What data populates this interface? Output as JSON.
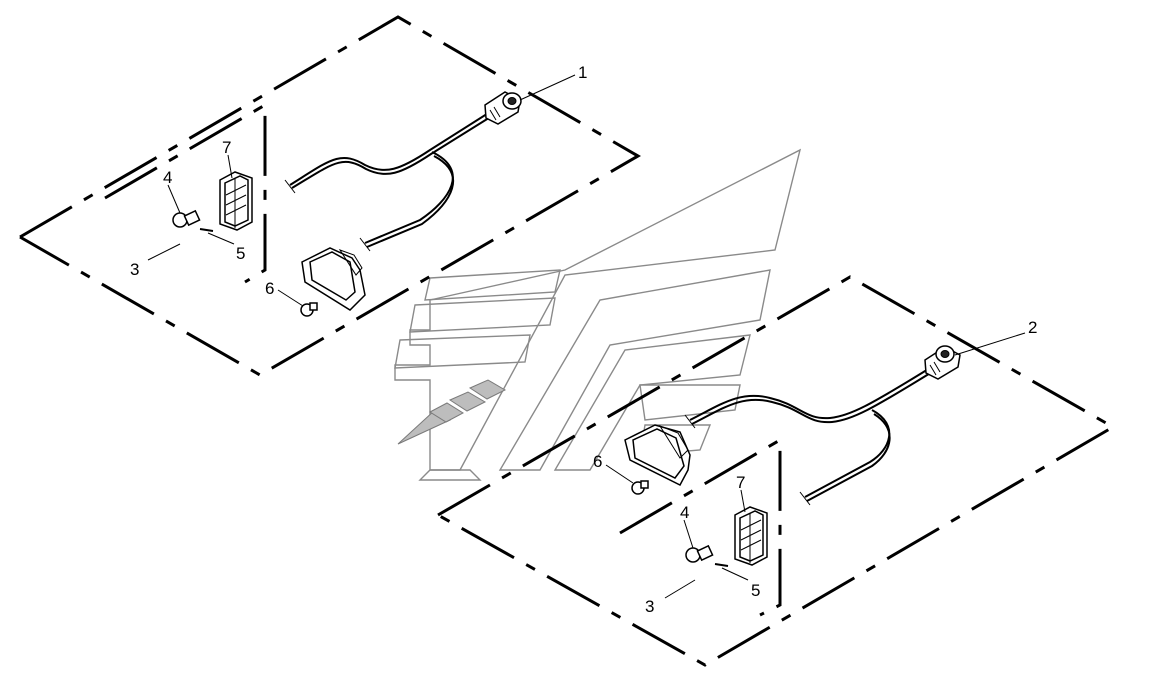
{
  "callouts": {
    "upper_assembly": "1",
    "lower_assembly": "2",
    "upper_lamp_group": "3",
    "lower_lamp_group": "3",
    "upper_bulb_small": "4",
    "lower_bulb_small": "4",
    "upper_fuse_pin": "5",
    "lower_fuse_pin": "5",
    "upper_bulb_round": "6",
    "lower_bulb_round": "6",
    "upper_lamp_housing": "7",
    "lower_lamp_housing": "7"
  },
  "colors": {
    "line": "#000000",
    "watermark": "#8a8a8a"
  },
  "icons": {
    "watermark": "brand-logo-watermark"
  }
}
